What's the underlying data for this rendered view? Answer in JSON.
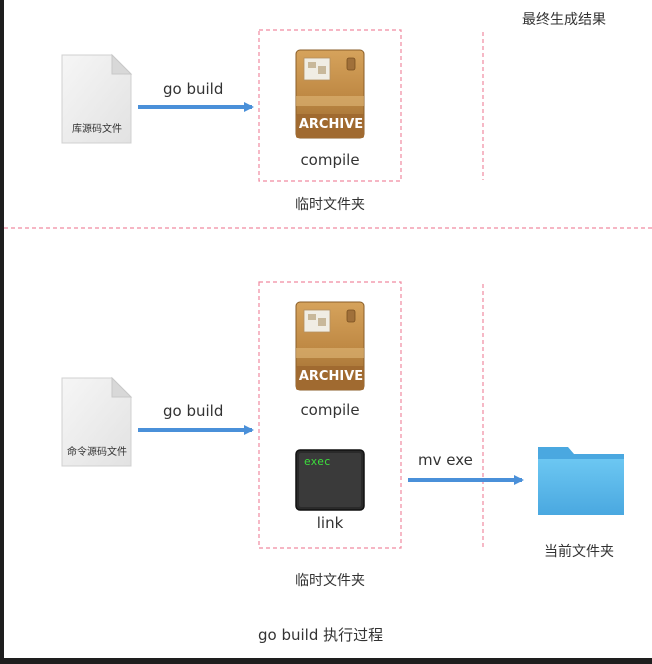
{
  "diagram": {
    "title": "go build 执行过程",
    "top_section": {
      "source_label": "库源码文件",
      "arrow_label": "go build",
      "archive_text": "ARCHIVE",
      "archive_caption": "compile",
      "temp_folder_label": "临时文件夹",
      "result_label": "最终生成结果"
    },
    "bottom_section": {
      "source_label": "命令源码文件",
      "arrow_label": "go build",
      "archive_text": "ARCHIVE",
      "archive_caption": "compile",
      "terminal_text": "exec",
      "terminal_caption": "link",
      "move_label": "mv exe",
      "temp_folder_label": "临时文件夹",
      "target_folder_label": "当前文件夹"
    }
  },
  "colors": {
    "arrow": "#4a90d9",
    "dashed_border": "#f08aa0",
    "folder": "#5ab8ea",
    "archive_box": "#c8924a",
    "terminal_text": "#3cdc3c"
  }
}
